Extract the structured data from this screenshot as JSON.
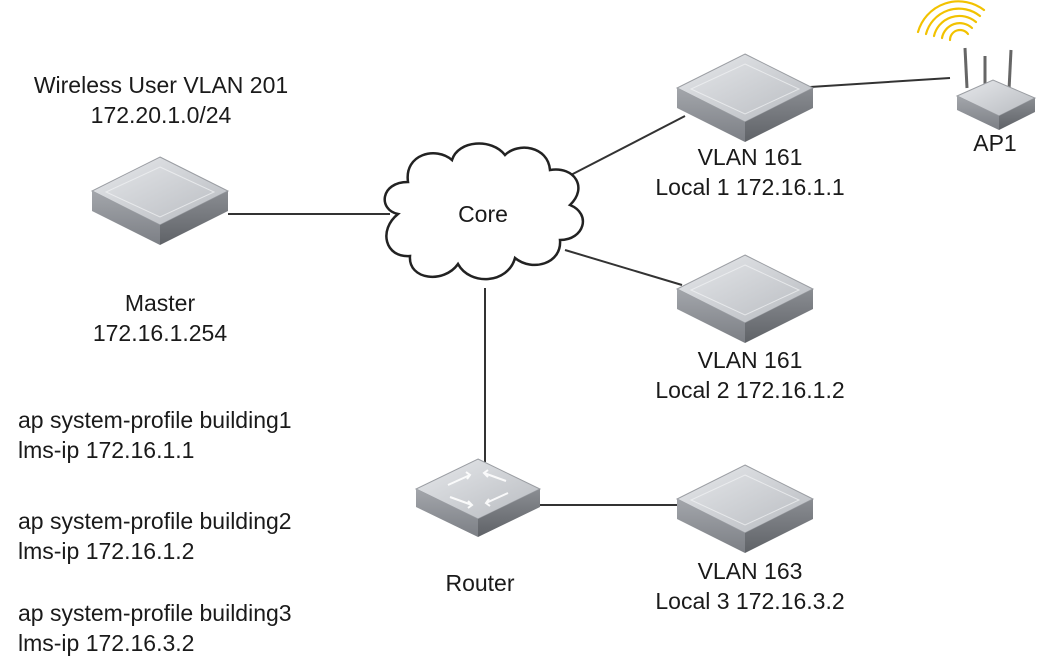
{
  "vlan_info": {
    "line1": "Wireless User VLAN 201",
    "line2": "172.20.1.0/24"
  },
  "core": {
    "label": "Core"
  },
  "master": {
    "name": "Master",
    "ip": "172.16.1.254"
  },
  "local1": {
    "vlan": "VLAN 161",
    "ip_line": "Local 1 172.16.1.1"
  },
  "local2": {
    "vlan": "VLAN 161",
    "ip_line": "Local 2 172.16.1.2"
  },
  "local3": {
    "vlan": "VLAN 163",
    "ip_line": "Local 3 172.16.3.2"
  },
  "ap": {
    "label": "AP1"
  },
  "router": {
    "label": "Router"
  },
  "commands": [
    {
      "profile": "ap system-profile building1",
      "lms": "lms-ip 172.16.1.1"
    },
    {
      "profile": "ap system-profile building2",
      "lms": "lms-ip 172.16.1.2"
    },
    {
      "profile": "ap system-profile building3",
      "lms": "lms-ip 172.16.3.2"
    }
  ],
  "colors": {
    "line": "#333333",
    "device_top": "#d4d6da",
    "device_side": "#8e9197",
    "wave": "#f2c200"
  },
  "icons": [
    "controller-icon",
    "cloud-icon",
    "router-icon",
    "access-point-icon",
    "wireless-signal-icon"
  ]
}
